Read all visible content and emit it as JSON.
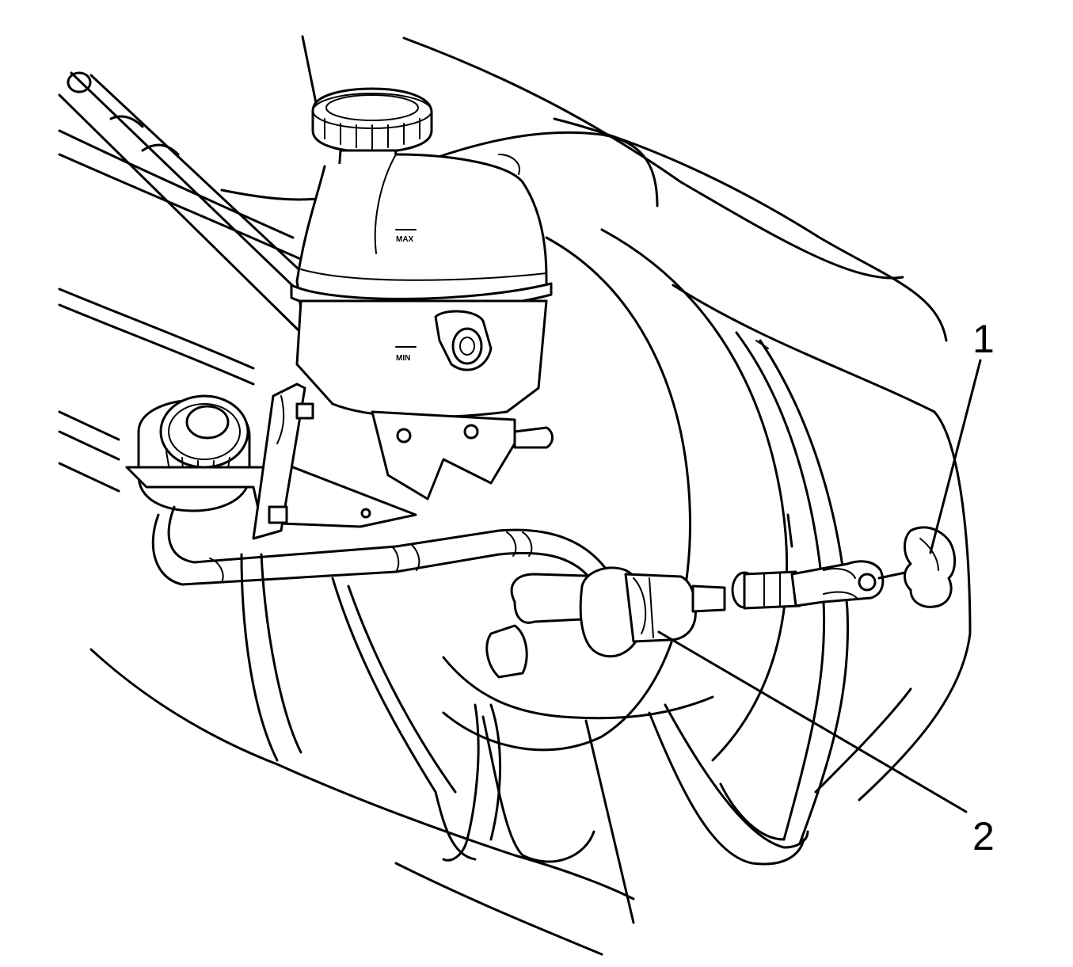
{
  "callouts": [
    {
      "id": "1",
      "label": "1"
    },
    {
      "id": "2",
      "label": "2"
    }
  ],
  "reservoir_marks": {
    "max": "MAX",
    "min": "MIN"
  },
  "colors": {
    "line": "#000000",
    "background": "#ffffff"
  }
}
